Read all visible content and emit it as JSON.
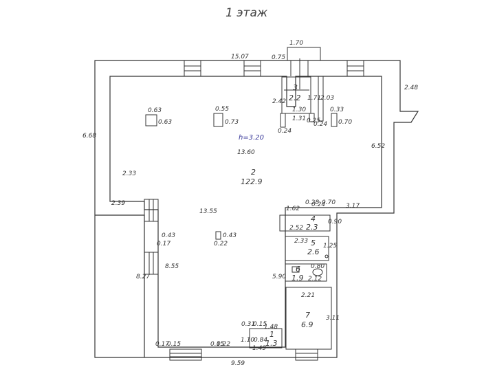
{
  "title": "1  этаж",
  "ceiling_height": "h=3.20",
  "rooms": [
    {
      "number": "1",
      "area": "1.3"
    },
    {
      "number": "2",
      "area": "122.9"
    },
    {
      "number": "3",
      "area": "2.2"
    },
    {
      "number": "4",
      "area": "2.3"
    },
    {
      "number": "5",
      "area": "2.6"
    },
    {
      "number": "6",
      "area": "1.9"
    },
    {
      "number": "7",
      "area": "6.9"
    }
  ],
  "dimensions": {
    "top_15_07": "15.07",
    "porch_1_70": "1.70",
    "porch_0_75": "0.75",
    "right_2_48": "2.48",
    "left_6_68": "6.68",
    "col1_w": "0.63",
    "col1_h": "0.63",
    "col2_w": "0.55",
    "col2_h": "0.73",
    "col3_w": "0.33",
    "col3_h": "0.70",
    "r3_2_42": "2.42",
    "r3_1_71": "1.71",
    "r3_1_30": "1.30",
    "r3_1_31": "1.31",
    "r3_0_25": "0.25",
    "r3_0_24a": "0.24",
    "r3_0_24b": "0.24",
    "r3_2_03": "2.03",
    "hall_13_60": "13.60",
    "hall_6_52": "6.52",
    "hall_2_33": "2.33",
    "hall_2_39": "2.39",
    "hall_13_55": "13.55",
    "hall_8_55": "8.55",
    "hall_8_27": "8.27",
    "p_0_43a": "0.43",
    "p_0_17a": "0.17",
    "p_0_43b": "0.43",
    "p_0_22a": "0.22",
    "r4_1_62": "1.62",
    "r4_0_28": "0.28",
    "r4_0_24": "0.24",
    "r4_0_70": "0.70",
    "r4_3_17": "3.17",
    "r4_2_52": "2.52",
    "r4_0_90": "0.90",
    "r5_2_33": "2.33",
    "r5_1_25": "1.25",
    "r6_0_80": "0.80",
    "r6_2_12": "2.12",
    "r6_5_90": "5.90",
    "r7_2_21": "2.21",
    "r7_3_11": "3.11",
    "b_0_17": "0.17",
    "b_0_15a": "0.15",
    "b_0_15b": "0.15",
    "b_0_22": "0.22",
    "b_1_10": "1.10",
    "b_0_31": "0.31",
    "b_0_15c": "0.15",
    "b_1_48": "1.48",
    "b_0_84": "0.84",
    "b_1_49": "1.49",
    "b_9_59": "9.59"
  }
}
